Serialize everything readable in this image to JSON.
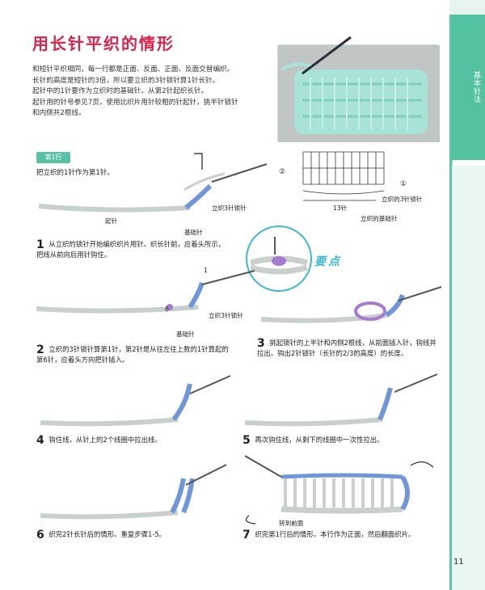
{
  "page": {
    "title": "用长针平织的情形",
    "page_number": "11",
    "side_tab": "基本针法"
  },
  "intro_lines": [
    "和短针平织相同，每一行都是正面、反面、正面、反面交替编织。",
    "长针的高度是短针的3倍，所以要立织的3针锁针算1针长针。",
    "起针中的1针要作为立织时的基础针。从第2针起织长针。",
    "起针用的针号参见7页，使用比织片用针较粗的针起针，挑半针锁针",
    "和内侧共2根线。"
  ],
  "step_tag": "第1行",
  "step_sub": "把立织的1针作为第1针。",
  "diagram_labels": {
    "one_circle": "①",
    "two_circle": "②",
    "chain3_standing": "立织的3针锁针",
    "thirteen": "13针",
    "base_stitch": "立织的基础针",
    "chain_cast_on": "起针",
    "base_stitch_short": "基础针",
    "chain3_fig1": "立织3针锁针",
    "chain3_fig2": "立织3针锁针",
    "base_stitch_fig2": "基础针",
    "mark_1": "1",
    "mark_6": "6",
    "keypoint": "要点",
    "turn_front": "转到前面"
  },
  "captions": [
    {
      "num": "1",
      "text": "从立织的锁针开始编织织片用针。织长针前，应着头所示，把线从前向后用针钩住。"
    },
    {
      "num": "2",
      "text": "立织的3针锁针算第1针，第2针是从往左往上数的1针算起的第6针，应着头方向把针插入。"
    },
    {
      "num": "3",
      "text": "挑起锁针的上半针和内侧2根线，从前面插入针，钩线并拉出。钩出2针锁针（长针的2/3的高度）的长度。"
    },
    {
      "num": "4",
      "text": "钩住线，从针上的2个线圈中拉出线。"
    },
    {
      "num": "5",
      "text": "再次钩住线，从剩下的线圈中一次性拉出。"
    },
    {
      "num": "6",
      "text": "织完2针长针后的情形。重复步骤1-5。"
    },
    {
      "num": "7",
      "text": "织完第1行后的情形。本行作为正面，然后翻面织片。"
    }
  ],
  "colors": {
    "title_red": "#d9244d",
    "accent_green": "#57c0a6",
    "yarn_gray": "#c9cfcc",
    "yarn_blue": "#6f96d8",
    "yarn_purple": "#a57ad0",
    "swatch_mint": "#a9e3d8"
  }
}
